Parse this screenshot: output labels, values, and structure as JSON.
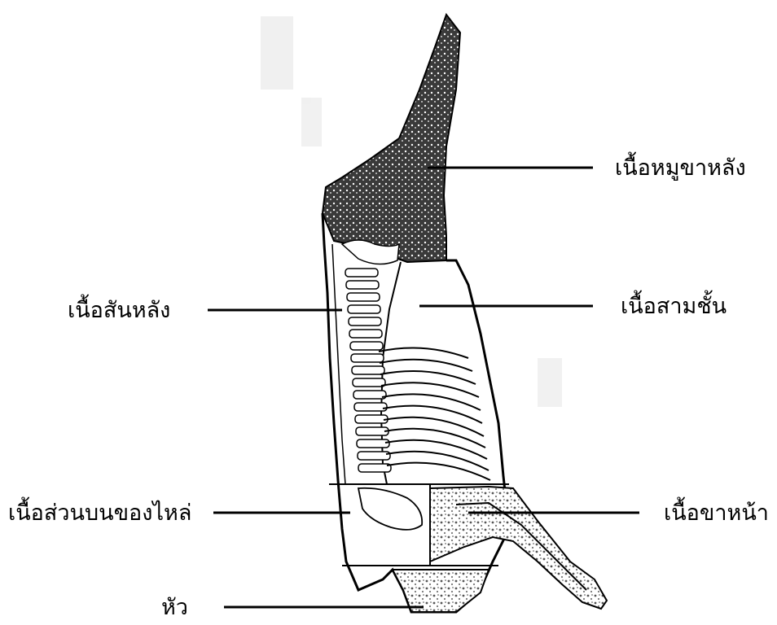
{
  "diagram": {
    "labels": {
      "ham": "เนื้อหมูขาหลัง",
      "loin": "เนื้อสันหลัง",
      "belly": "เนื้อสามชั้น",
      "shoulder_butt": "เนื้อส่วนบนของไหล่",
      "picnic": "เนื้อขาหน้า",
      "head": "หัว"
    },
    "colors": {
      "ink": "#000000",
      "dark_fill": "#2b2b2b",
      "texture_fill": "#9a9a9a",
      "paper": "#ffffff"
    }
  }
}
